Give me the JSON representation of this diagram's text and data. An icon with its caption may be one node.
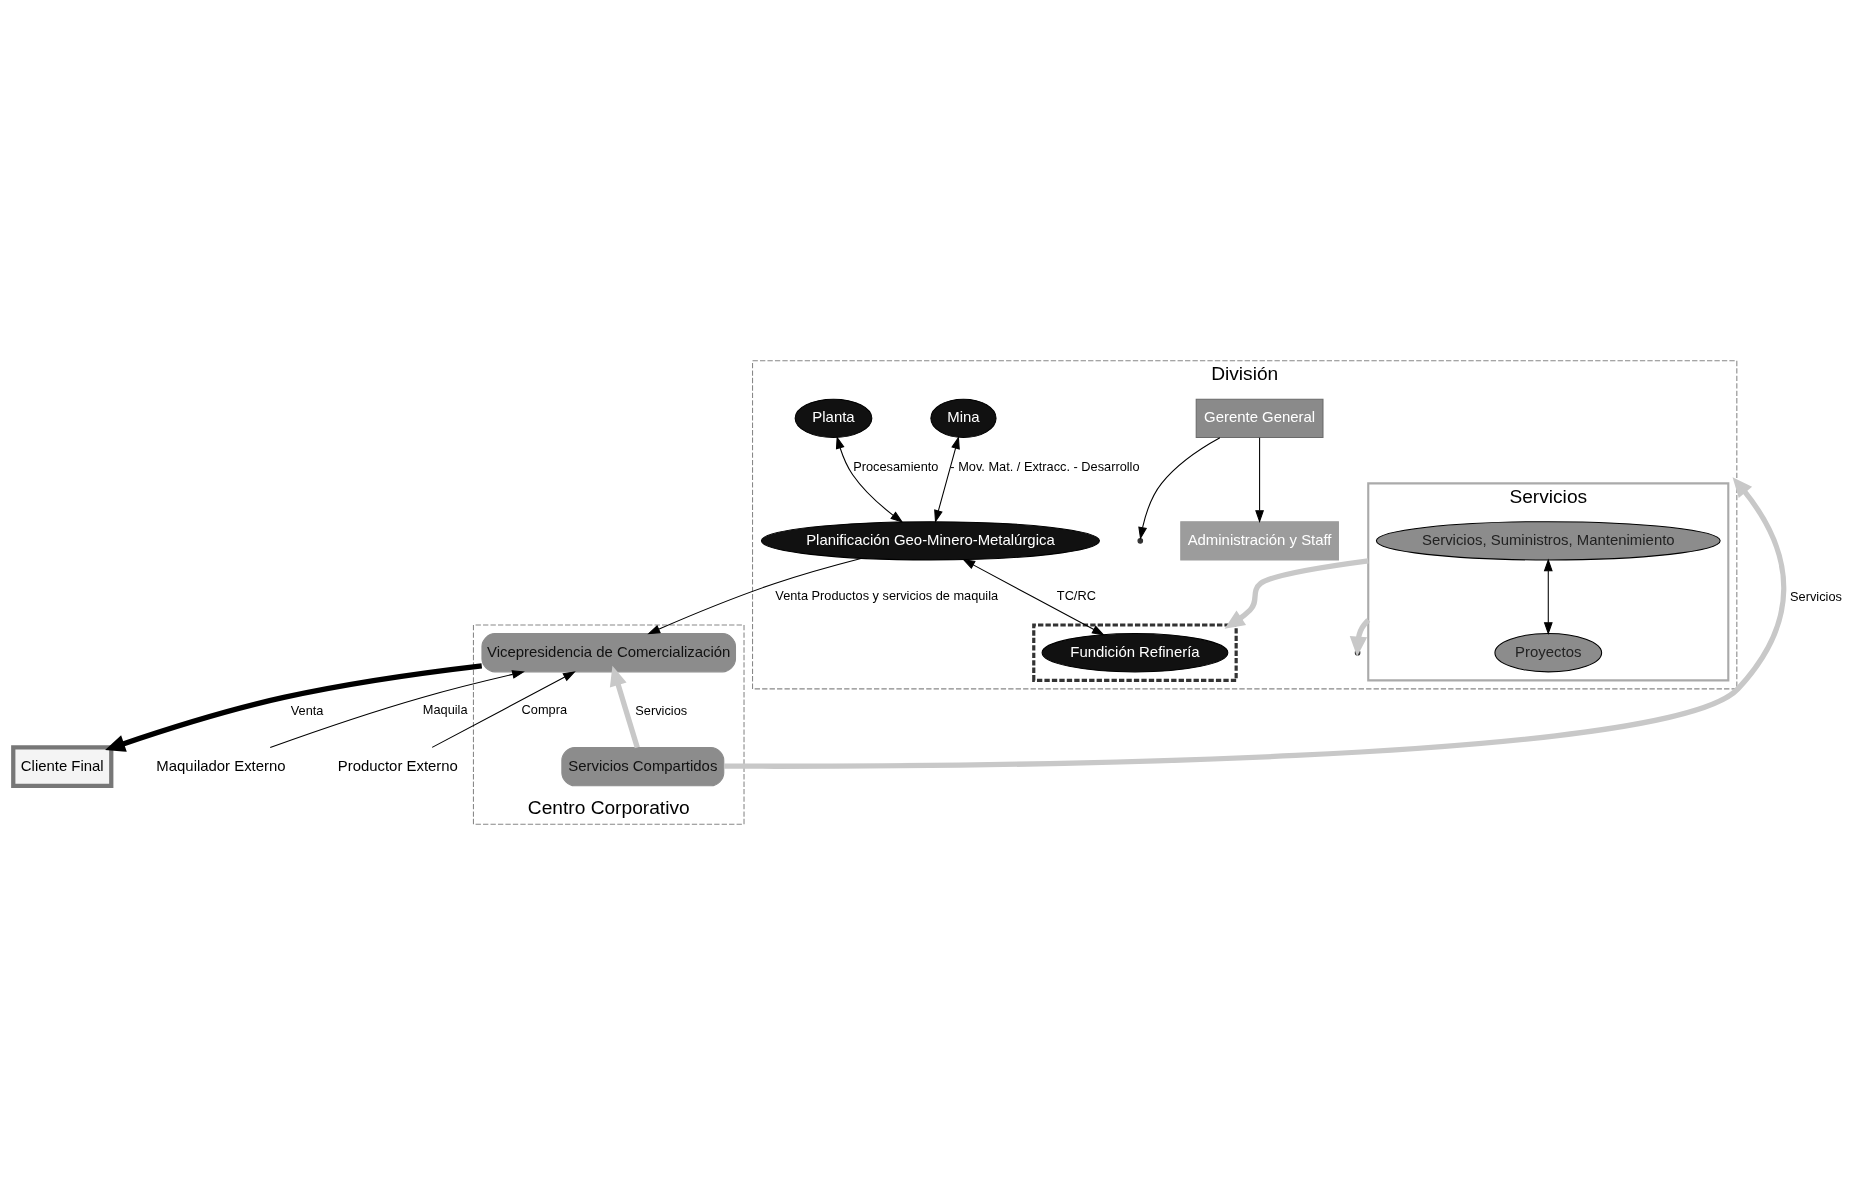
{
  "diagram": {
    "nodes": [
      {
        "text": [
          "División"
        ]
      },
      {
        "text": [
          "Centro Corporativo"
        ]
      },
      {
        "text": [
          "Gerente General"
        ],
        "in": 0
      },
      {
        "text": [
          "Administración y Staff"
        ],
        "in": 0
      },
      {
        "text": [
          "Mina"
        ],
        "in": 0
      },
      {
        "text": [
          "Planta"
        ],
        "in": 0
      },
      {
        "text": [],
        "shape": "box",
        "in": 0
      },
      {
        "text": [
          "Fundición Refinería"
        ],
        "in": 6
      },
      {
        "text": [
          "Planificación Geo-Minero-Metalúrgica"
        ],
        "in": 0
      },
      {
        "text": [
          "Servicios"
        ],
        "in": 0
      },
      {
        "text": [
          "Servicios, Suministros, Mantenimiento"
        ],
        "in": 9
      },
      {
        "text": [
          "Proyectos"
        ],
        "in": 9
      },
      {
        "text": [
          "Vicepresidencia de Comercialización"
        ],
        "in": 1
      },
      {
        "text": [
          "Servicios Compartidos"
        ],
        "in": 1
      },
      {
        "text": [
          "Cliente Final"
        ]
      },
      {
        "text": [
          "Maquilador Externo"
        ]
      },
      {
        "text": [
          "Productor Externo"
        ]
      }
    ],
    "edges": [
      {
        "from": 2,
        "to": 3,
        "arrow": "to"
      },
      {
        "from": 2,
        "to": null,
        "arrow": "to"
      },
      {
        "from": 4,
        "to": 8,
        "arrow": "both",
        "label": "- Mov. Mat. / Extracc. - Desarrollo"
      },
      {
        "from": 5,
        "to": 8,
        "arrow": "both",
        "label": "Procesamiento"
      },
      {
        "from": 8,
        "to": 7,
        "arrow": "both",
        "label": "TC/RC"
      },
      {
        "from": 8,
        "to": 12,
        "arrow": "to",
        "label": "Venta Productos y servicios de maquila"
      },
      {
        "from": 12,
        "to": 14,
        "arrow": "to",
        "label": "Venta",
        "style": "thick"
      },
      {
        "from": 15,
        "to": 12,
        "arrow": "to",
        "label": "Maquila"
      },
      {
        "from": 16,
        "to": 12,
        "arrow": "to",
        "label": "Compra"
      },
      {
        "from": 13,
        "to": 12,
        "arrow": "to",
        "label": "Servicios",
        "style": "thick",
        "color": "#c8c8c8"
      },
      {
        "from": 13,
        "to": 0,
        "arrow": "to",
        "label": "Servicios",
        "style": "thick",
        "color": "#c8c8c8"
      },
      {
        "from": 10,
        "to": 11,
        "arrow": "both"
      },
      {
        "from": 9,
        "to": 6,
        "arrow": "to",
        "style": "thick",
        "color": "#c8c8c8"
      },
      {
        "from": 9,
        "to": null,
        "arrow": "to",
        "style": "thick",
        "color": "#c8c8c8"
      }
    ]
  }
}
